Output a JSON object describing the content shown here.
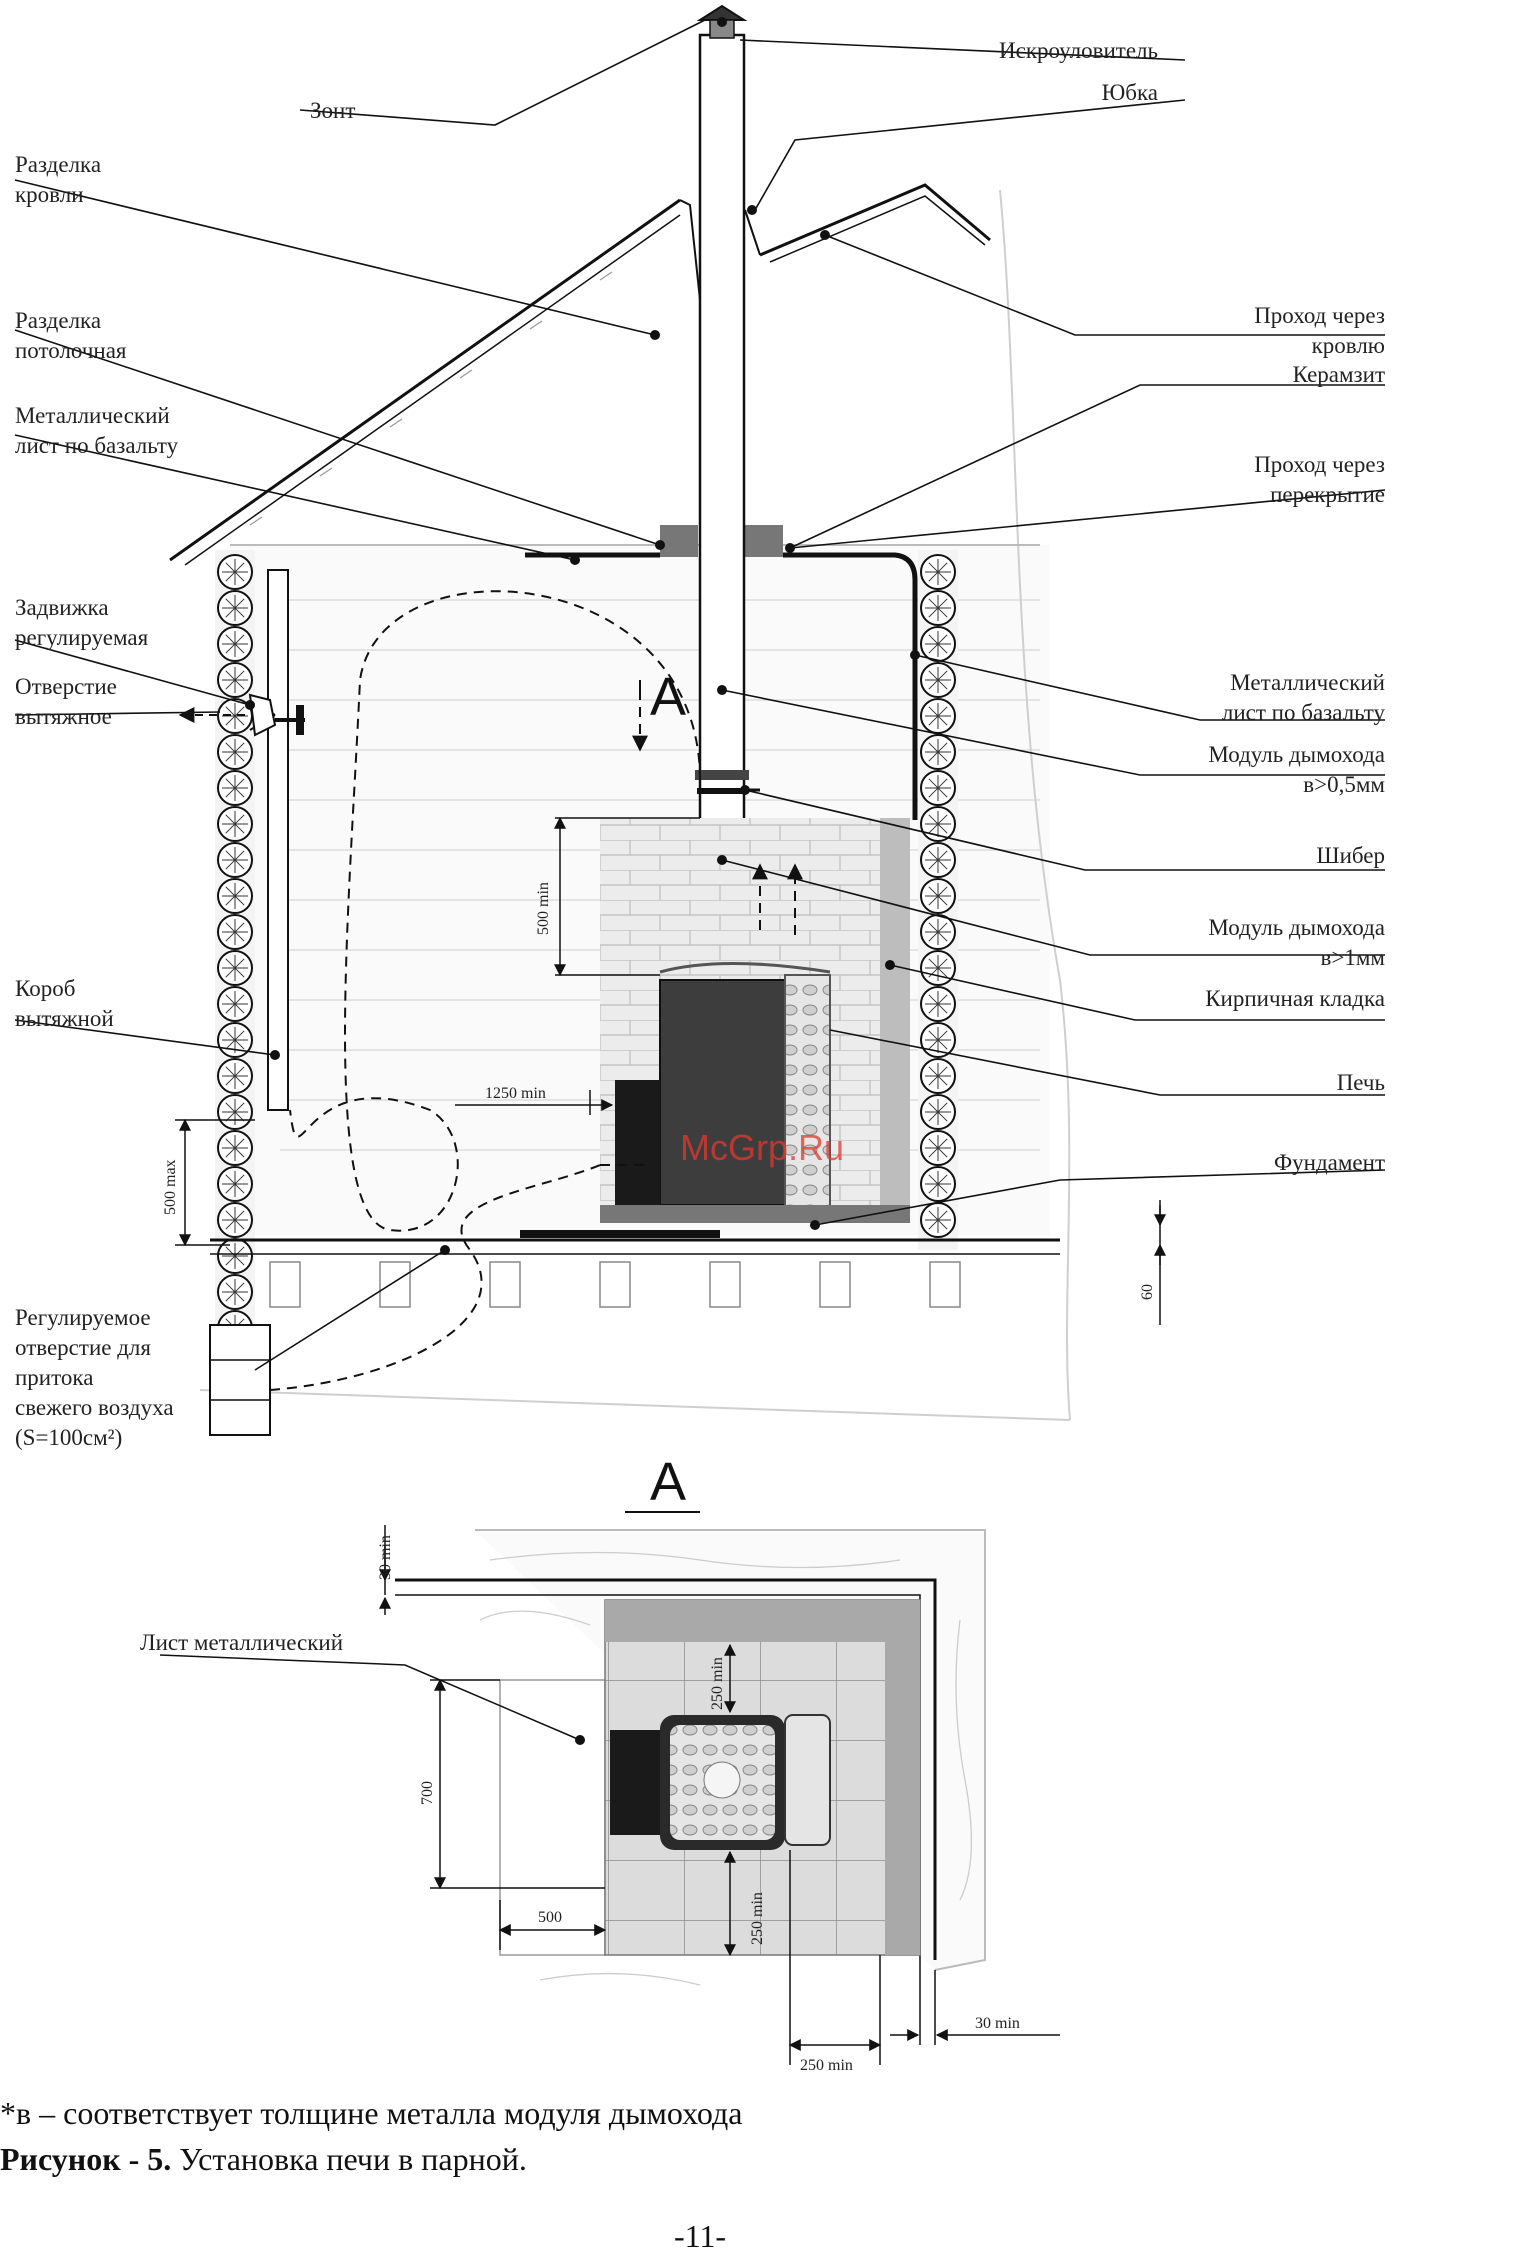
{
  "labels": {
    "zont": "Зонт",
    "iskrouloviteL": "Искроуловитель",
    "yubka": "Юбка",
    "razdelka_krovli": [
      "Разделка",
      "кровли"
    ],
    "razdelka_potolochnaya": [
      "Разделка",
      "потолочная"
    ],
    "met_list_bazalt_left": [
      "Металлический",
      "лист по базальту"
    ],
    "zadvizhka": [
      "Задвижка",
      "регулируемая"
    ],
    "otverstie": [
      "Отверстие",
      "вытяжное"
    ],
    "korob": [
      "Короб",
      "вытяжной"
    ],
    "reg_otverstie": [
      "Регулируемое",
      "отверстие для",
      "притока",
      "свежего воздуха",
      "(S=100см²)"
    ],
    "prokhod_krovlyu": [
      "Проход через",
      "кровлю"
    ],
    "keramzit": "Керамзит",
    "prokhod_perekrytie": [
      "Проход через",
      "перекрытие"
    ],
    "met_list_bazalt_right": [
      "Металлический",
      "лист по базальту"
    ],
    "modul_05": [
      "Модуль дымохода",
      "в>0,5мм"
    ],
    "shiber": "Шибер",
    "modul_1": [
      "Модуль дымохода",
      "в>1мм"
    ],
    "kirpichnaya": "Кирпичная кладка",
    "pech": "Печь",
    "fundament": "Фундамент",
    "list_metallicheskiy": "Лист металлический",
    "section_mark": "A",
    "section_title": "A",
    "watermark": "McGrp.Ru"
  },
  "dimensions": {
    "d500min": "500 min",
    "d1250min": "1250 min",
    "d500max": "500 max",
    "d60": "60",
    "d30min_top": "30 min",
    "d250min_top": "250 min",
    "d700": "700",
    "d500": "500",
    "d250min_mid": "250 min",
    "d250min_bottom": "250 min",
    "d30min_right": "30 min"
  },
  "caption": {
    "note": "*в – соответствует толщине металла модуля дымохода",
    "figure_label": "Рисунок - 5.",
    "figure_text": " Установка печи в парной."
  },
  "page_number": "-11-"
}
